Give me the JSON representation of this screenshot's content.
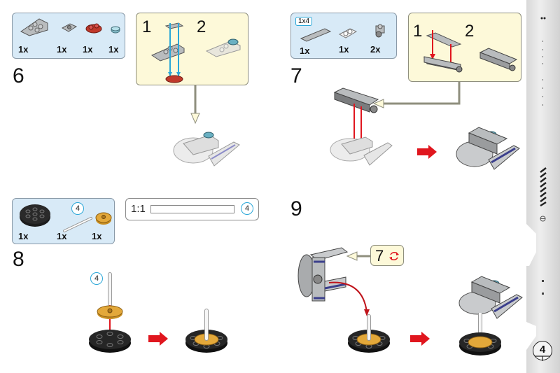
{
  "steps": [
    {
      "number": "6",
      "parts": [
        {
          "name": "light-gray-wedge-plate",
          "qty": "1x"
        },
        {
          "name": "light-gray-1x2-jumper-plate",
          "qty": "1x"
        },
        {
          "name": "red-1x2-rounded-plate",
          "qty": "1x"
        },
        {
          "name": "trans-light-blue-round-tile",
          "qty": "1x"
        }
      ],
      "substeps": [
        "1",
        "2"
      ]
    },
    {
      "number": "7",
      "size_label": "1x4",
      "parts": [
        {
          "name": "light-gray-1x4-tile",
          "qty": "1x"
        },
        {
          "name": "white-1x2-plate",
          "qty": "1x"
        },
        {
          "name": "light-gray-bracket-with-stud",
          "qty": "2x"
        }
      ],
      "substeps": [
        "1",
        "2"
      ]
    },
    {
      "number": "8",
      "parts": [
        {
          "name": "black-round-4x4-plate",
          "qty": "1x"
        },
        {
          "name": "white-bar-length-4",
          "qty": "1x",
          "length_badge": "4"
        },
        {
          "name": "pearl-gold-round-tile",
          "qty": "1x"
        }
      ],
      "scale": {
        "label": "1:1",
        "length_badge": "4"
      },
      "callout_badge": "4"
    },
    {
      "number": "9",
      "rotate_callout": {
        "step_ref": "7",
        "icon": "rotate-icon"
      }
    }
  ],
  "colors": {
    "parts_bg": "#d8eaf7",
    "substep_bg": "#fdf9d9",
    "arrow_red": "#e0161e",
    "guide_blue": "#2aa7d8"
  },
  "page": {
    "number": "4"
  }
}
